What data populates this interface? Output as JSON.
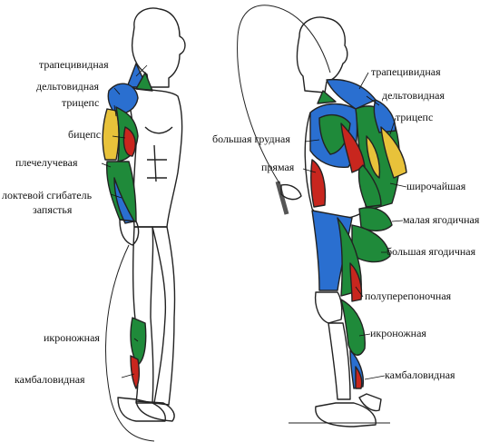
{
  "left_figure": {
    "labels": {
      "trapezius": "трапецивидная",
      "deltoid": "дельтовидная",
      "triceps": "трицепс",
      "biceps": "бицепс",
      "brachioradialis": "плечелучевая",
      "wrist_flexor_line1": "локтевой сгибатель",
      "wrist_flexor_line2": "запястья",
      "gastrocnemius": "икроножная",
      "soleus": "камбаловидная"
    }
  },
  "right_figure": {
    "labels": {
      "trapezius": "трапецивидная",
      "deltoid": "дельтовидная",
      "triceps": "трицепс",
      "pectoralis": "большая грудная",
      "rectus": "прямая",
      "latissimus": "широчайшая",
      "gluteus_minimus": "малая ягодичная",
      "gluteus_maximus": "большая ягодичная",
      "semimembranosus": "полуперепоночная",
      "gastrocnemius": "икроножная",
      "soleus": "камбаловидная"
    }
  },
  "colors": {
    "green": "#1f8a3a",
    "blue": "#2a6fd0",
    "yellow": "#e8c23a",
    "red": "#c8261e",
    "outline": "#222222"
  }
}
